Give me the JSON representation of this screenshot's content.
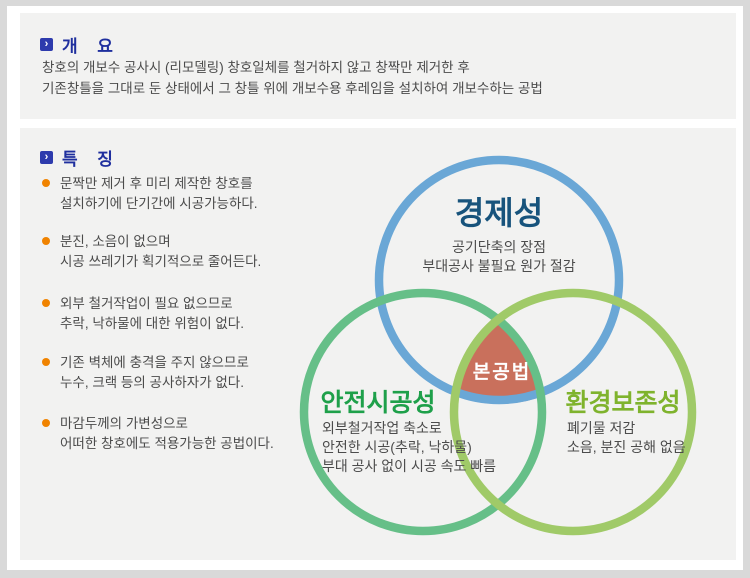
{
  "page": {
    "frame_color": "#d9d9d9",
    "panel_color": "#f2f2f1",
    "header_icon": "chevron-right",
    "header_icon_glyph": "›",
    "bullet_color": "#f08300"
  },
  "overview": {
    "title": "개요",
    "body_lines": [
      "창호의 개보수 공사시 (리모델링) 창호일체를 철거하지 않고 창짝만 제거한 후",
      "기존창틀을 그대로 둔 상태에서 그 창틀 위에 개보수용 후레임을 설치하여 개보수하는 공법"
    ]
  },
  "features": {
    "title": "특징",
    "items": [
      {
        "line1": "문짝만 제거 후 미리 제작한 창호를",
        "line2": "설치하기에 단기간에 시공가능하다."
      },
      {
        "line1": "분진, 소음이 없으며",
        "line2": "시공 쓰레기가 획기적으로 줄어든다."
      },
      {
        "line1": "외부 철거작업이 필요 없으므로",
        "line2": "추락, 낙하물에 대한 위험이 없다."
      },
      {
        "line1": "기존 벽체에 충격을 주지 않으므로",
        "line2": "누수, 크랙 등의 공사하자가 없다."
      },
      {
        "line1": "마감두께의 가변성으로",
        "line2": "어떠한 창호에도 적용가능한 공법이다."
      }
    ]
  },
  "venn": {
    "center": {
      "label": "본공법",
      "fill_color": "#c9705c",
      "text_color": "#ffffff"
    },
    "economy": {
      "title": "경제성",
      "title_color": "#17537c",
      "circle_color": "#6aa7d6",
      "lines": [
        "공기단축의 장점",
        "부대공사 불필요 원가 절감"
      ]
    },
    "safety": {
      "title": "안전시공성",
      "title_color": "#1ea04a",
      "circle_color": "#66bf88",
      "lines": [
        "외부철거작업 축소로",
        "안전한 시공(추락, 낙하물)",
        "부대 공사 없이 시공 속도 빠름"
      ]
    },
    "environment": {
      "title": "환경보존성",
      "title_color": "#7fb32d",
      "circle_color": "#a0ca68",
      "lines": [
        "폐기물 저감",
        "소음, 분진 공해 없음"
      ]
    }
  }
}
